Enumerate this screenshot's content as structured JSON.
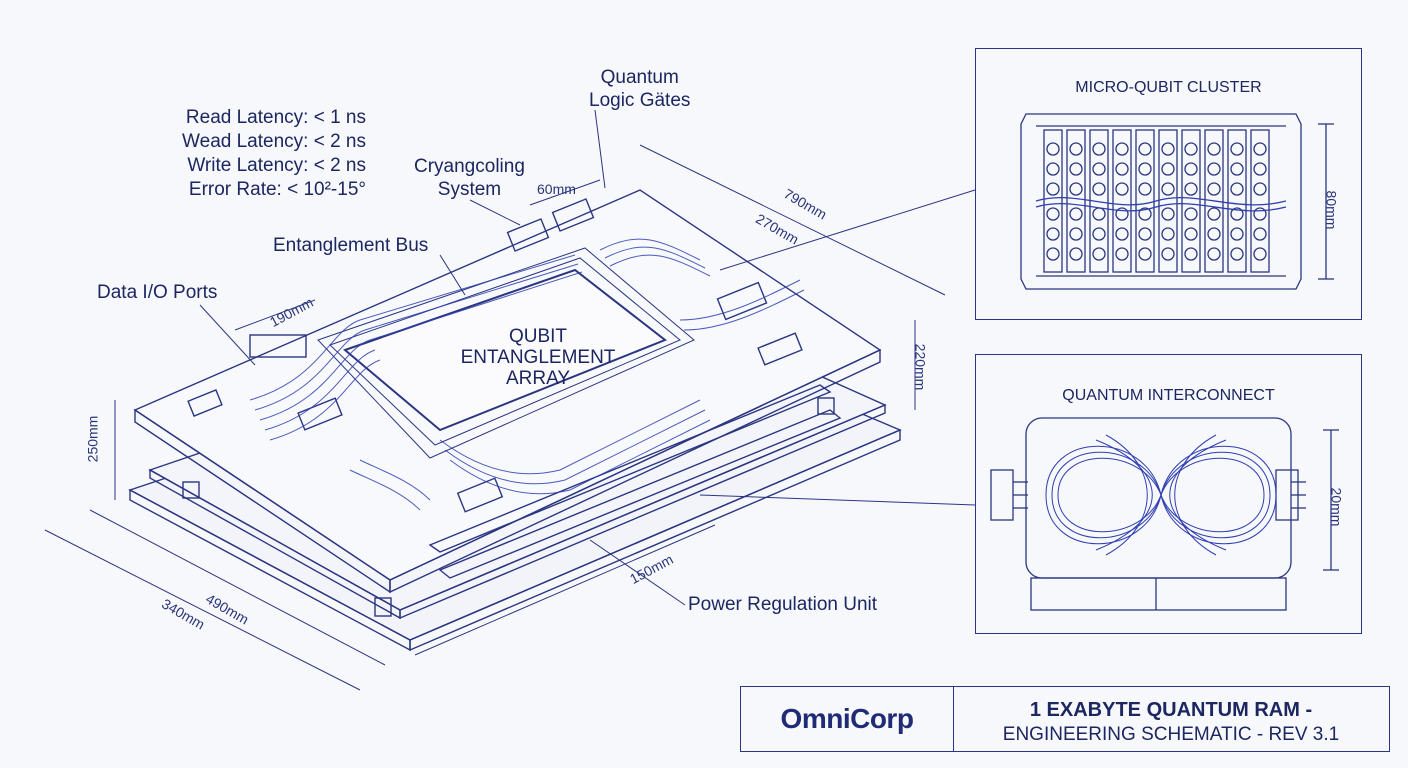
{
  "specs": {
    "read_latency": "Read Latency: < 1 ns",
    "wead_latency": "Wead Latency: < 2 ns",
    "write_latency": "Write Latency: < 2 ns",
    "error_rate": "Error Rate: < 10²-15°"
  },
  "callouts": {
    "quantum_logic_gates": [
      "Quantum",
      "Logic Gätes"
    ],
    "cryocooling": [
      "Cryangcoling",
      "System"
    ],
    "entanglement_bus": "Entanglement Bus",
    "data_io_ports": "Data I/O Ports",
    "power_regulation": "Power Regulation Unit"
  },
  "core_label": [
    "QUBIT",
    "ENTANGLEMENT",
    "ARRAY"
  ],
  "dimensions": {
    "d_60": "60mm",
    "d_790": "790mm",
    "d_270": "270mm",
    "d_190": "190mm",
    "d_220": "220mm",
    "d_250": "250mm",
    "d_150": "150mm",
    "d_490": "490mm",
    "d_340": "340mm",
    "d_80": "80mm",
    "d_20": "20mm"
  },
  "panels": {
    "micro_qubit": {
      "title": "MICRO-QUBIT CLUSTER"
    },
    "interconnect": {
      "title": "QUANTUM INTERCONNECT"
    }
  },
  "title_block": {
    "logo": "OmniCorp",
    "line1": "1 EXABYTE QUANTUM RAM -",
    "line2": "ENGINEERING SCHEMATIC - REV 3.1"
  },
  "colors": {
    "ink": "#1c2660",
    "line": "#2b3680",
    "paper": "#f7f8fb",
    "trace": "#2f3fb0"
  }
}
